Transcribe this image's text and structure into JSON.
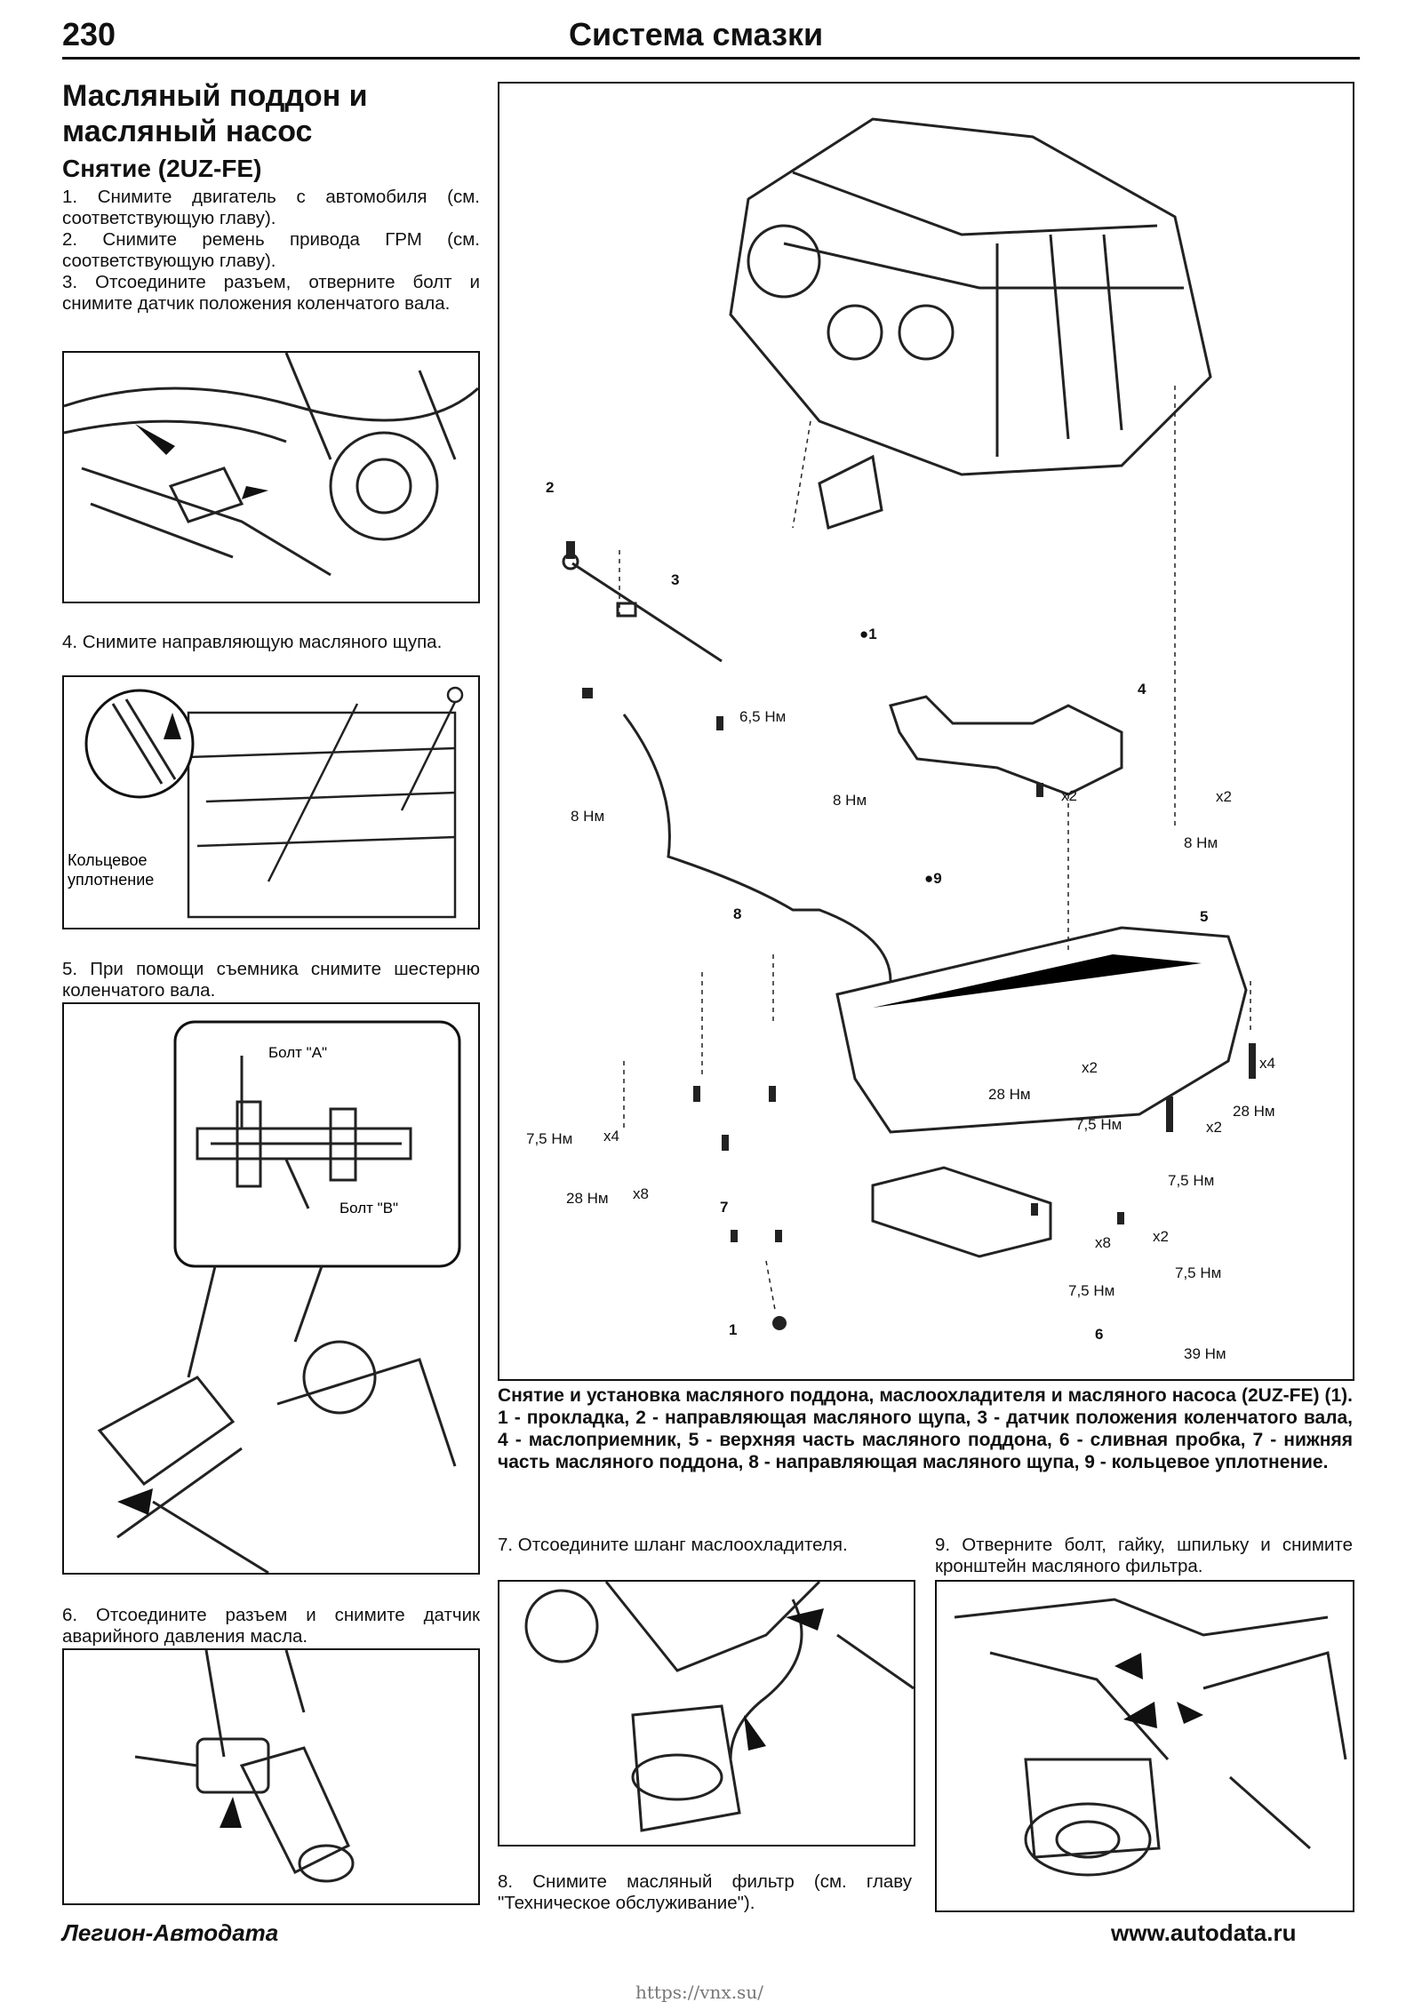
{
  "header": {
    "page_number": "230",
    "title": "Система смазки"
  },
  "section": {
    "title_line1": "Масляный поддон и",
    "title_line2": "масляный насос",
    "subtitle": "Снятие (2UZ-FE)"
  },
  "steps": {
    "s1": "1. Снимите двигатель с автомобиля (см. соответствующую главу).",
    "s2": "2. Снимите ремень привода ГРМ (см. соответствующую главу).",
    "s3": "3. Отсоедините разъем, отверните болт и снимите датчик положения коленчатого вала.",
    "s4": "4. Снимите направляющую масляного щупа.",
    "s5": "5. При помощи съемника снимите шестерню коленчатого вала.",
    "s6": "6. Отсоедините разъем и снимите датчик аварийного давления масла.",
    "s7": "7. Отсоедините шланг маслоохладителя.",
    "s8": "8. Снимите масляный фильтр (см. главу \"Техническое обслуживание\").",
    "s9": "9. Отверните болт, гайку, шпильку и снимите кронштейн масляного фильтра."
  },
  "fig4": {
    "label_line1": "Кольцевое",
    "label_line2": "уплотнение"
  },
  "fig5": {
    "bolt_a": "Болт \"A\"",
    "bolt_b": "Болт \"B\""
  },
  "main_figure": {
    "labels": {
      "n1": "1",
      "n2": "2",
      "n3": "3",
      "n4": "4",
      "n5": "5",
      "n6": "6",
      "n7": "7",
      "n8": "8",
      "n9": "9",
      "b1": "●1",
      "b9": "●9",
      "t_6_5": "6,5 Нм",
      "t_8_left": "8 Нм",
      "t_8_x2": "8 Нм",
      "x2_a": "x2",
      "x2_b": "x2",
      "t_8_right": "8 Нм",
      "t_28_a": "28 Нм",
      "x2_c": "x2",
      "t_7_5_a": "7,5 Нм",
      "x4_a": "x4",
      "t_28_b": "28 Нм",
      "x2_d": "x2",
      "t_7_5_b": "7,5 Нм",
      "t_7_5_c": "7,5 Нм",
      "x4_b": "x4",
      "t_28_c": "28 Нм",
      "x8_a": "x8",
      "t_7_5_d": "7,5 Нм",
      "t_7_5_e": "7,5 Нм",
      "x8_b": "x8",
      "x2_e": "x2",
      "t_39": "39 Нм"
    },
    "caption": "Снятие и установка масляного поддона, маслоохладителя и масляного насоса (2UZ-FE) (1). 1 - прокладка, 2 - направляющая масляного щупа, 3 - датчик положения коленчатого вала, 4 - маслоприемник, 5 - верхняя часть масляного поддона, 6 - сливная пробка, 7 - нижняя часть масляного поддона, 8 - направляющая масляного щупа, 9 - кольцевое уплотнение."
  },
  "footer": {
    "left": "Легион-Автодата",
    "right": "www.autodata.ru"
  },
  "watermark": "https://vnx.su/"
}
